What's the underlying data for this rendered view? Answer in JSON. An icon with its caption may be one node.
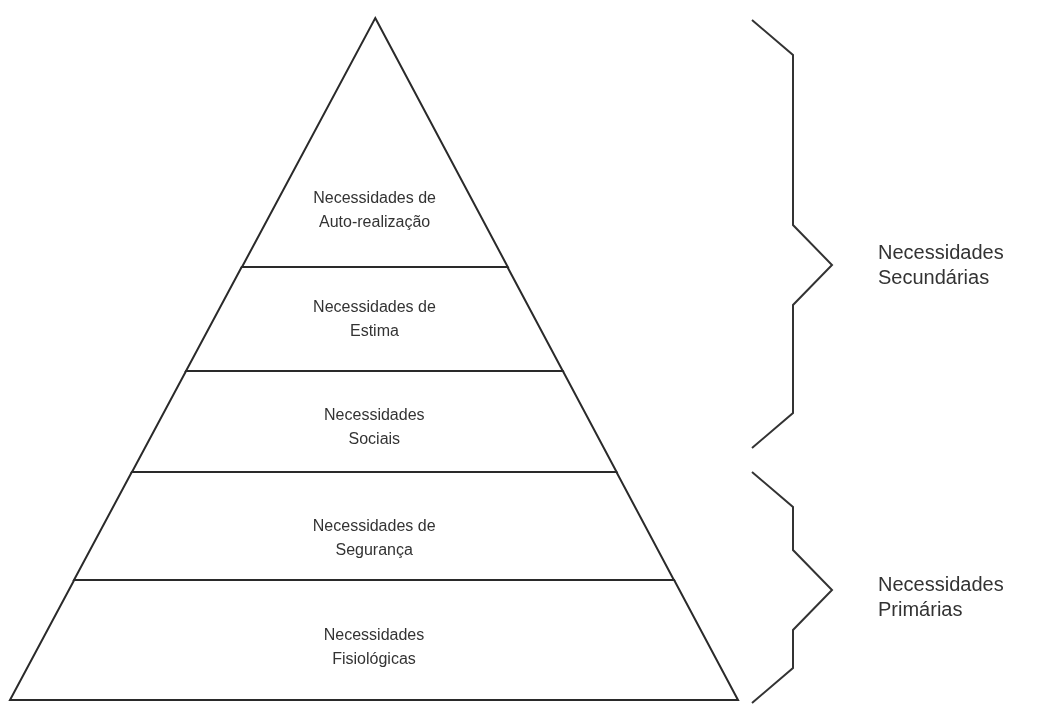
{
  "diagram": {
    "nodes": [
      {
        "text": [
          "Necessidades de Auto-realização"
        ]
      },
      {
        "text": [
          "Necessidades de Estima"
        ]
      },
      {
        "text": [
          "Necessidades Sociais"
        ]
      },
      {
        "text": [
          "Necessidades de Segurança"
        ]
      },
      {
        "text": [
          "Necessidades Fisiológicas"
        ]
      }
    ],
    "labels": [
      "Necessidades Secundárias",
      "Necessidades Primárias"
    ]
  }
}
